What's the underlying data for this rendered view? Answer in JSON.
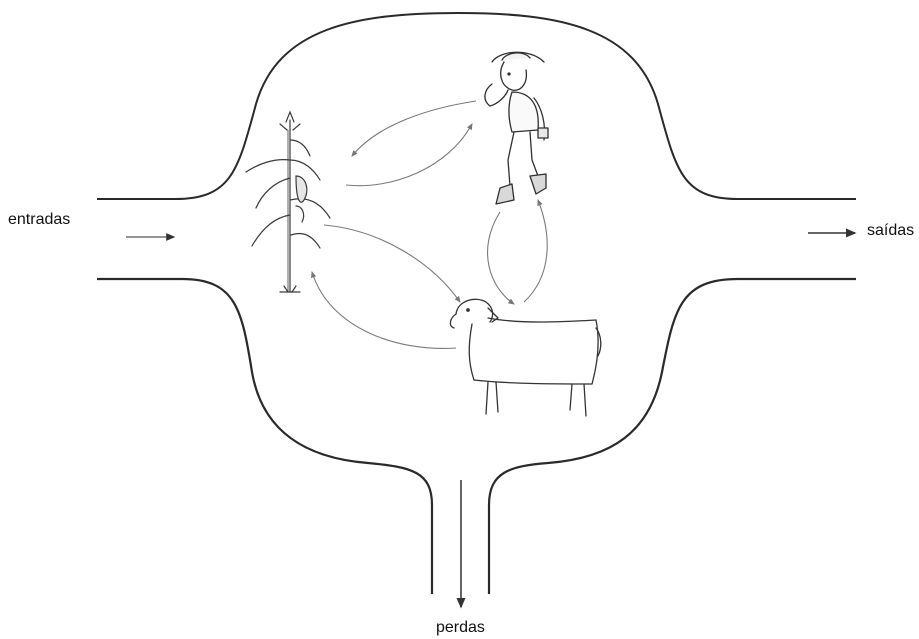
{
  "labels": {
    "inputs": "entradas",
    "outputs": "saídas",
    "losses": "perdas"
  },
  "icons": {
    "crop": "corn-plant-icon",
    "farmer": "farmer-icon",
    "livestock": "sheep-icon"
  },
  "colors": {
    "outline": "#2a2a2a",
    "cycle_arrows": "#7a7a7a",
    "background": "#ffffff"
  }
}
